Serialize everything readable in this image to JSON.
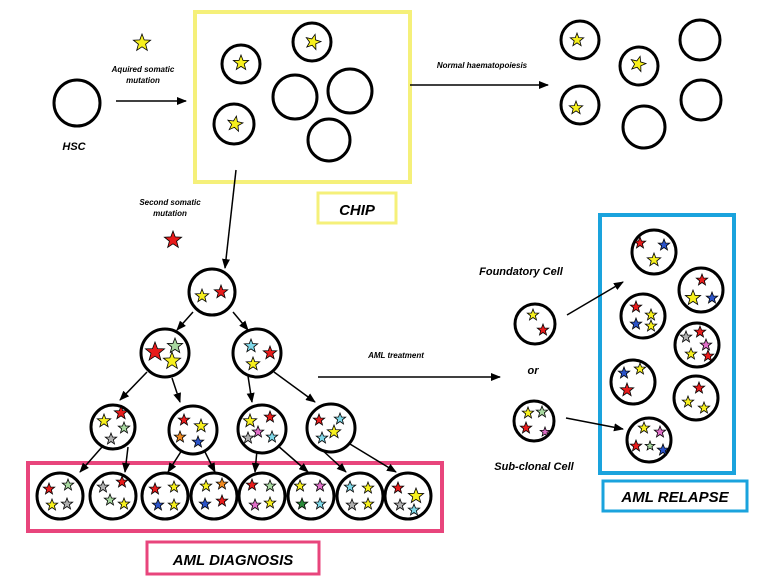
{
  "colors": {
    "chip_box": "#f5f07a",
    "diagnosis_box": "#e8457c",
    "relapse_box": "#1aa3dd",
    "yellow": "#f7f01e",
    "red": "#e81b1b",
    "blue": "#2b53c8",
    "pink": "#e06fc8",
    "cyan": "#7fd8e8",
    "green": "#2a8a3a",
    "lightgreen": "#a8d8a0",
    "orange": "#f08a20",
    "gray": "#b0b0b0"
  },
  "labels": {
    "hsc": "HSC",
    "acquired_mutation": "Aquired somatic",
    "acquired_mutation_2": "mutation",
    "normal_haematopoiesis": "Normal haematopoiesis",
    "second_mutation": "Second somatic",
    "second_mutation_2": "mutation",
    "chip": "CHIP",
    "aml_treatment": "AML treatment",
    "foundatory_cell": "Foundatory Cell",
    "or": "or",
    "subclonal_cell": "Sub-clonal Cell",
    "aml_diagnosis": "AML DIAGNOSIS",
    "aml_relapse": "AML RELAPSE"
  },
  "icons": {
    "cell": "circle-cell-icon",
    "mutation": "star-mutation-icon",
    "arrow": "arrow-icon"
  }
}
